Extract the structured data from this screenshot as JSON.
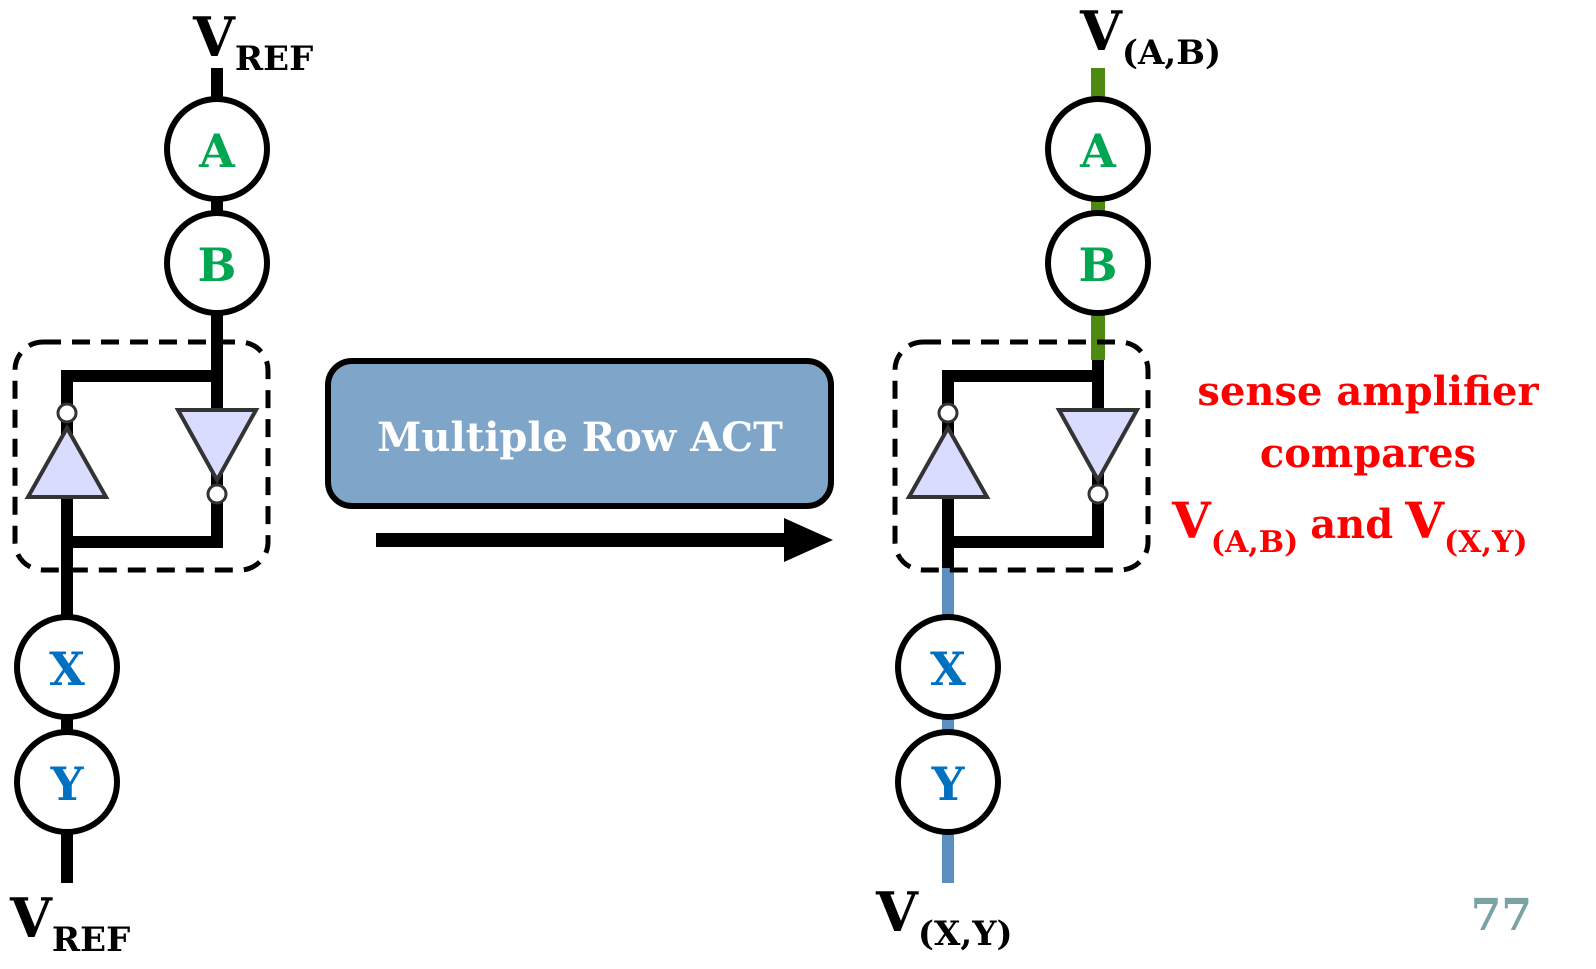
{
  "left": {
    "top_label": {
      "main": "V",
      "sub": "REF"
    },
    "bottom_label": {
      "main": "V",
      "sub": "REF"
    },
    "cells": [
      "A",
      "B",
      "X",
      "Y"
    ]
  },
  "right": {
    "top_label": {
      "main": "V",
      "sub": "(A,B)"
    },
    "bottom_label": {
      "main": "V",
      "sub": "(X,Y)"
    },
    "cells": [
      "A",
      "B",
      "X",
      "Y"
    ]
  },
  "action": {
    "label": "Multiple Row ACT"
  },
  "note": {
    "line1": "sense amplifier",
    "line2": "compares",
    "v1_main": "V",
    "v1_sub": "(A,B)",
    "conj": "and",
    "v2_main": "V",
    "v2_sub": "(X,Y)"
  },
  "page_number": "77",
  "colors": {
    "green_cell": "#00a651",
    "blue_cell": "#0070c0",
    "green_wire": "#4e8a0f",
    "blue_wire": "#5b8fbf",
    "box_fill": "#7fa6c9",
    "inverter_fill": "#d9dcff",
    "note_red": "#ff0000"
  }
}
